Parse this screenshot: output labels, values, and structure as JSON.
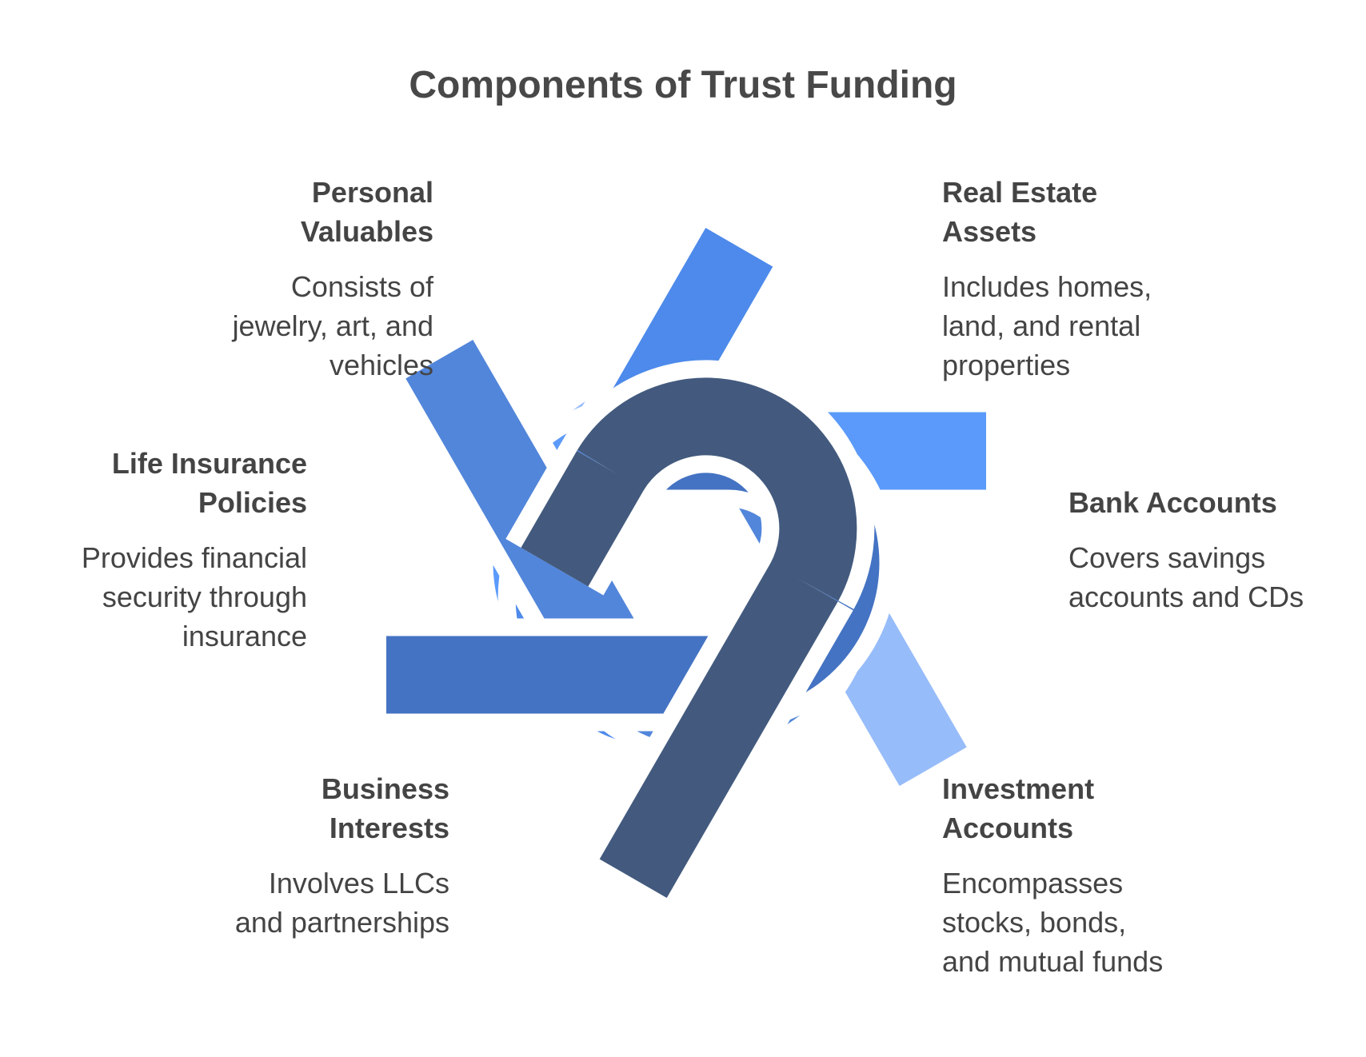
{
  "title": "Components of Trust Funding",
  "components": {
    "personal_valuables": {
      "heading": [
        "Personal",
        "Valuables"
      ],
      "description": [
        "Consists of",
        "jewelry, art, and",
        "vehicles"
      ],
      "color": "#97BCFA"
    },
    "real_estate": {
      "heading": [
        "Real Estate",
        "Assets"
      ],
      "description": [
        "Includes homes,",
        "land, and rental",
        "properties"
      ],
      "color": "#435A7E"
    },
    "life_insurance": {
      "heading": [
        "Life Insurance",
        "Policies"
      ],
      "description": [
        "Provides financial",
        "security through",
        "insurance"
      ],
      "color": "#5B9AFA"
    },
    "bank_accounts": {
      "heading": [
        "Bank Accounts"
      ],
      "description": [
        "Covers savings",
        "accounts and CDs"
      ],
      "color": "#4473C3"
    },
    "business_interests": {
      "heading": [
        "Business",
        "Interests"
      ],
      "description": [
        "Involves LLCs",
        "and partnerships"
      ],
      "color": "#4D8AEB"
    },
    "investment_accounts": {
      "heading": [
        "Investment",
        "Accounts"
      ],
      "description": [
        "Encompasses",
        "stocks, bonds,",
        "and mutual funds"
      ],
      "color": "#5286DB"
    }
  }
}
